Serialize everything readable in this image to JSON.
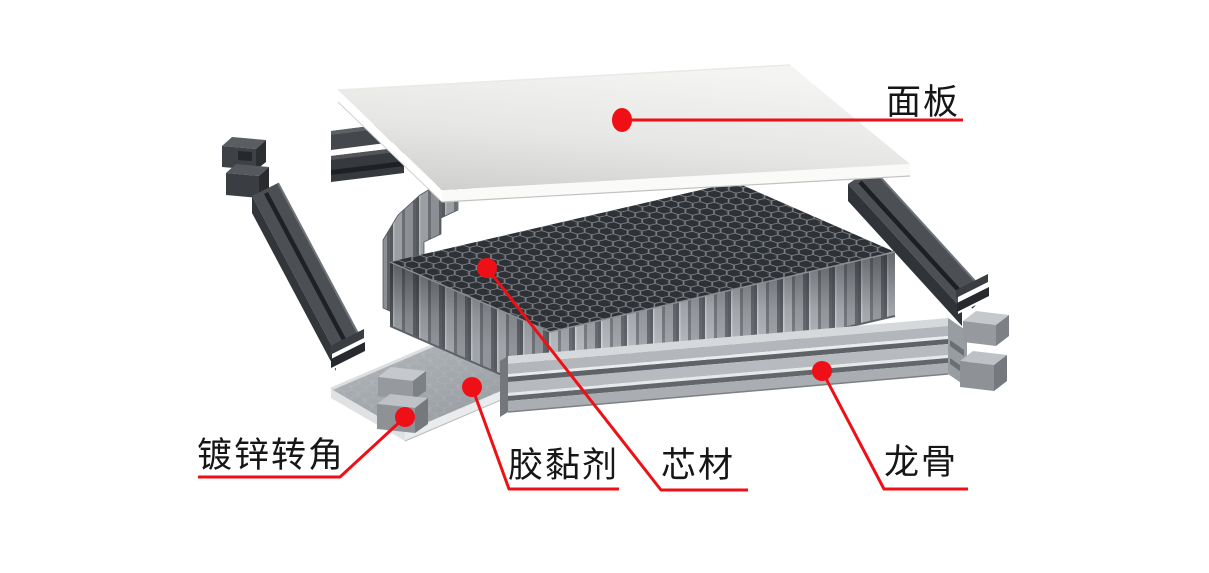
{
  "colors": {
    "background": "#ffffff",
    "callout_red": "#ee1016",
    "label_text": "#161616",
    "panel_face_light": "#f3f3f1",
    "panel_face_dark": "#d3d3d1",
    "core_top_dark": "#3f4246",
    "core_wall_gray": "#9ba0a5",
    "rail_light_gray": "#b3b7bb",
    "rail_dark_gray": "#35383c",
    "bracket_gray": "#96999d"
  },
  "labels": {
    "panel": {
      "text": "面板"
    },
    "galvanized_corner": {
      "text": "镀锌转角"
    },
    "adhesive": {
      "text": "胶黏剂"
    },
    "core": {
      "text": "芯材"
    },
    "keel": {
      "text": "龙骨"
    }
  }
}
